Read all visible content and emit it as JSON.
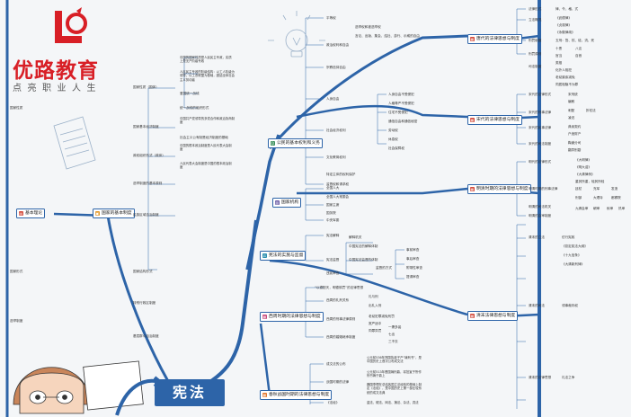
{
  "logo": {
    "name": "优路教育",
    "slogan": "点亮职业人生"
  },
  "root": {
    "label": "宪法"
  },
  "sections": {
    "basic_theory": "基本理论",
    "state_basic_system": "国家的基本制度",
    "citizen_rights": "公民的基本权利和义务",
    "state_organs": "国家机构",
    "constitution_history": "宪法的实施与监督",
    "western_thought": "西周时期的法律思想与制度",
    "spring_autumn": "春秋战国时期的法律思想与制度",
    "tang_law": "唐代的法律思想与制度",
    "song_law": "宋代的法律思想与制度",
    "ming_law": "明清时期的法律思想与制度",
    "qing_late": "清末法律思想与制度"
  },
  "branches": {
    "basic_theory_left": [
      "国家性质",
      "国家形式",
      "选举制度"
    ],
    "state_basic": [
      "国家性质（国体）",
      "国家基本经济制度",
      "政权组织形式（政体）",
      "选举制度的基本原则",
      "民族区域自治制度",
      "国家结构形式",
      "特别行政区制度",
      "基层群众自治制度"
    ],
    "state_basic_details": [
      "中国的国家性质是人民民主专政，实质上是无产阶级专政",
      "人民民主专政的阶级结构：以工人阶级为领导，以工农联盟为基础，团结全体社会主义劳动者",
      "爱国统一战线",
      "统一战线的组织形式",
      "中国共产党领导的多党合作和政治协商制度",
      "社会主义公有制是经济制度的基础",
      "中国的根本政治制度是人民代表大会制度",
      "人民代表大会制度是中国的根本政治制度"
    ],
    "citizen": [
      "平等权",
      "政治权利和自由",
      "宗教信仰自由",
      "人身自由",
      "社会经济权利",
      "文化教育权利",
      "监督权和请求权",
      "特定主体的权利保护"
    ],
    "citizen_details": [
      "选举权和被选举权",
      "言论、出版、集会、结社、游行、示威的自由",
      "人身自由不受侵犯",
      "人格尊严不受侵犯",
      "住宅不受侵犯",
      "通信自由和通信秘密",
      "劳动权",
      "休息权",
      "社会保障权"
    ],
    "state_organs": [
      "全国人大",
      "全国人大常委会",
      "国家主席",
      "国务院",
      "中央军委"
    ],
    "constitution_impl": [
      "宪法解释",
      "宪法监督",
      "违宪审查"
    ],
    "constitution_impl_details": [
      "解释机关",
      "中国宪法的解释体制",
      "中国宪法监督的体制",
      "监督的方式",
      "事前审查",
      "事后审查",
      "附带性审查",
      "提请审查"
    ],
    "western": [
      "“以德配天，明德慎罚”的法律思想",
      "西周的礼刑关系",
      "西周的刑事法律原则",
      "西周的婚姻继承制度"
    ],
    "western_details": [
      "礼与刑",
      "出礼入刑",
      "老幼犯罪减免刑罚",
      "宽严适中",
      "同罪异罚",
      "一妻多妾",
      "七出",
      "三不去"
    ],
    "spring": [
      "成文法的公布",
      "战国时期的法律",
      "《法经》"
    ],
    "spring_details": [
      "公元前536年郑国执政子产“铸刑书”，是中国历史上首次公布成文法",
      "公元前513年晋国铸刑鼎，将范宣子所作刑书铸于鼎上",
      "魏国李悝在总结各国立法经验的基础上制定《法经》，是中国历史上第一部比较系统的成文法典",
      "盗法、贼法、网法、捕法、杂法、具法"
    ],
    "tang": [
      "法律形式",
      "立法概况",
      "刑罚制度",
      "刑罚原则",
      "司法制度"
    ],
    "tang_details": [
      "律、令、格、式",
      "《武德律》",
      "《贞观律》",
      "《永徽律疏》",
      "五刑：笞、杖、徒、流、死",
      "十恶",
      "八议",
      "官当",
      "自首",
      "类推",
      "化外人相犯",
      "老幼废疾减免",
      "同居相隐不为罪"
    ],
    "song": [
      "宋代的法律形式",
      "宋代的刑事法律",
      "宋代的民事法律",
      "宋代的司法制度"
    ],
    "song_details": [
      "宋刑统",
      "编敕",
      "刺配",
      "凌迟",
      "折杖法",
      "典卖契约",
      "户绝财产",
      "鞠谳分司",
      "翻异别勘"
    ],
    "ming": [
      "明代的法律形式",
      "明清时期的刑事法律",
      "明清的司法机关",
      "明清的会审制度"
    ],
    "ming_details": [
      "《大明律》",
      "《明大诰》",
      "《大清律例》",
      "重其所重，轻其所轻",
      "廷杖",
      "充军",
      "发遣",
      "刑部",
      "大理寺",
      "都察院",
      "九卿会审",
      "朝审",
      "秋审",
      "热审"
    ],
    "qing": [
      "清末的立法",
      "清末的司法",
      "清末的法律思想"
    ],
    "qing_details": [
      "仿行宪政",
      "《钦定宪法大纲》",
      "《十九信条》",
      "《大清新刑律》",
      "礼法之争",
      "领事裁判权"
    ]
  }
}
